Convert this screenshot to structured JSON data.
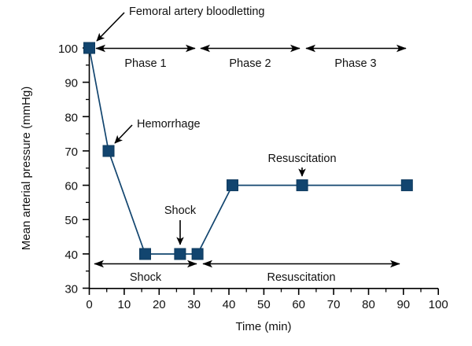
{
  "chart_data": {
    "type": "line",
    "title": "",
    "xlabel": "Time (min)",
    "ylabel": "Mean arterial pressure (mmHg)",
    "xlim": [
      0,
      100
    ],
    "ylim": [
      30,
      100
    ],
    "xticks": [
      0,
      10,
      20,
      30,
      40,
      50,
      60,
      70,
      80,
      90,
      100
    ],
    "yticks": [
      30,
      40,
      50,
      60,
      70,
      80,
      90,
      100
    ],
    "xtick_labels": [
      "0",
      "10",
      "20",
      "30",
      "40",
      "50",
      "60",
      "70",
      "80",
      "90",
      "100"
    ],
    "ytick_labels": [
      "30",
      "40",
      "50",
      "60",
      "70",
      "80",
      "90",
      "100"
    ],
    "grid": false,
    "legend": "none",
    "series": [
      {
        "name": "Mean arterial pressure",
        "color": "#12456f",
        "marker": "square",
        "x": [
          0,
          5.5,
          16,
          26,
          31,
          41,
          61,
          91
        ],
        "values": [
          100,
          70,
          40,
          40,
          40,
          55,
          55,
          55
        ]
      }
    ],
    "annotations": [
      {
        "text": "Femoral artery bloodletting",
        "target_x": 0,
        "target_y": 100
      },
      {
        "text": "Hemorrhage",
        "target_x": 5.5,
        "target_y": 70
      },
      {
        "text": "Shock",
        "target_x": 26,
        "target_y": 40
      },
      {
        "text": "Resuscitation",
        "target_x": 61,
        "target_y": 55
      }
    ],
    "phase_bands_top": [
      {
        "label": "Phase 1",
        "start": 0,
        "end": 31
      },
      {
        "label": "Phase 2",
        "start": 31,
        "end": 61
      },
      {
        "label": "Phase 3",
        "start": 61,
        "end": 91
      }
    ],
    "phase_bands_bottom": [
      {
        "label": "Shock",
        "start": 0,
        "end": 31
      },
      {
        "label": "Resuscitation",
        "start": 31,
        "end": 89
      }
    ]
  },
  "axes": {
    "ylabel": "Mean arterial pressure (mmHg)",
    "xlabel": "Time (min)",
    "y": {
      "t100": "100",
      "t90": "90",
      "t80": "80",
      "t70": "70",
      "t60": "60",
      "t50": "50",
      "t40": "40",
      "t30": "30"
    },
    "x": {
      "t0": "0",
      "t10": "10",
      "t20": "20",
      "t30": "30",
      "t40": "40",
      "t50": "50",
      "t60": "60",
      "t70": "70",
      "t80": "80",
      "t90": "90",
      "t100": "100"
    }
  },
  "annotations": {
    "bloodletting": "Femoral artery bloodletting",
    "hemorrhage": "Hemorrhage",
    "shock": "Shock",
    "resuscitation": "Resuscitation"
  },
  "bands": {
    "phase1": "Phase 1",
    "phase2": "Phase 2",
    "phase3": "Phase 3",
    "shock": "Shock",
    "resuscitation": "Resuscitation"
  },
  "colors": {
    "series": "#12456f",
    "axis": "#000000",
    "text": "#111111"
  }
}
